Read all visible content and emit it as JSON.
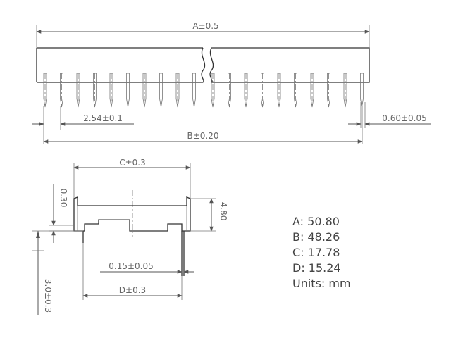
{
  "dimensions": {
    "a_tol": "A±0.5",
    "b_tol": "B±0.20",
    "c_tol": "C±0.3",
    "d_tol": "D±0.3",
    "pitch": "2.54±0.1",
    "pin_width": "0.60±0.05",
    "pin_thickness": "0.15±0.05",
    "wall": "0.30",
    "height": "4.80",
    "pin_length": "3.0±0.3"
  },
  "specs": {
    "a": "A: 50.80",
    "b": "B: 48.26",
    "c": "C: 17.78",
    "d": "D: 15.24",
    "units": "Units: mm"
  },
  "pins": {
    "left_count": 10,
    "right_count": 10
  }
}
